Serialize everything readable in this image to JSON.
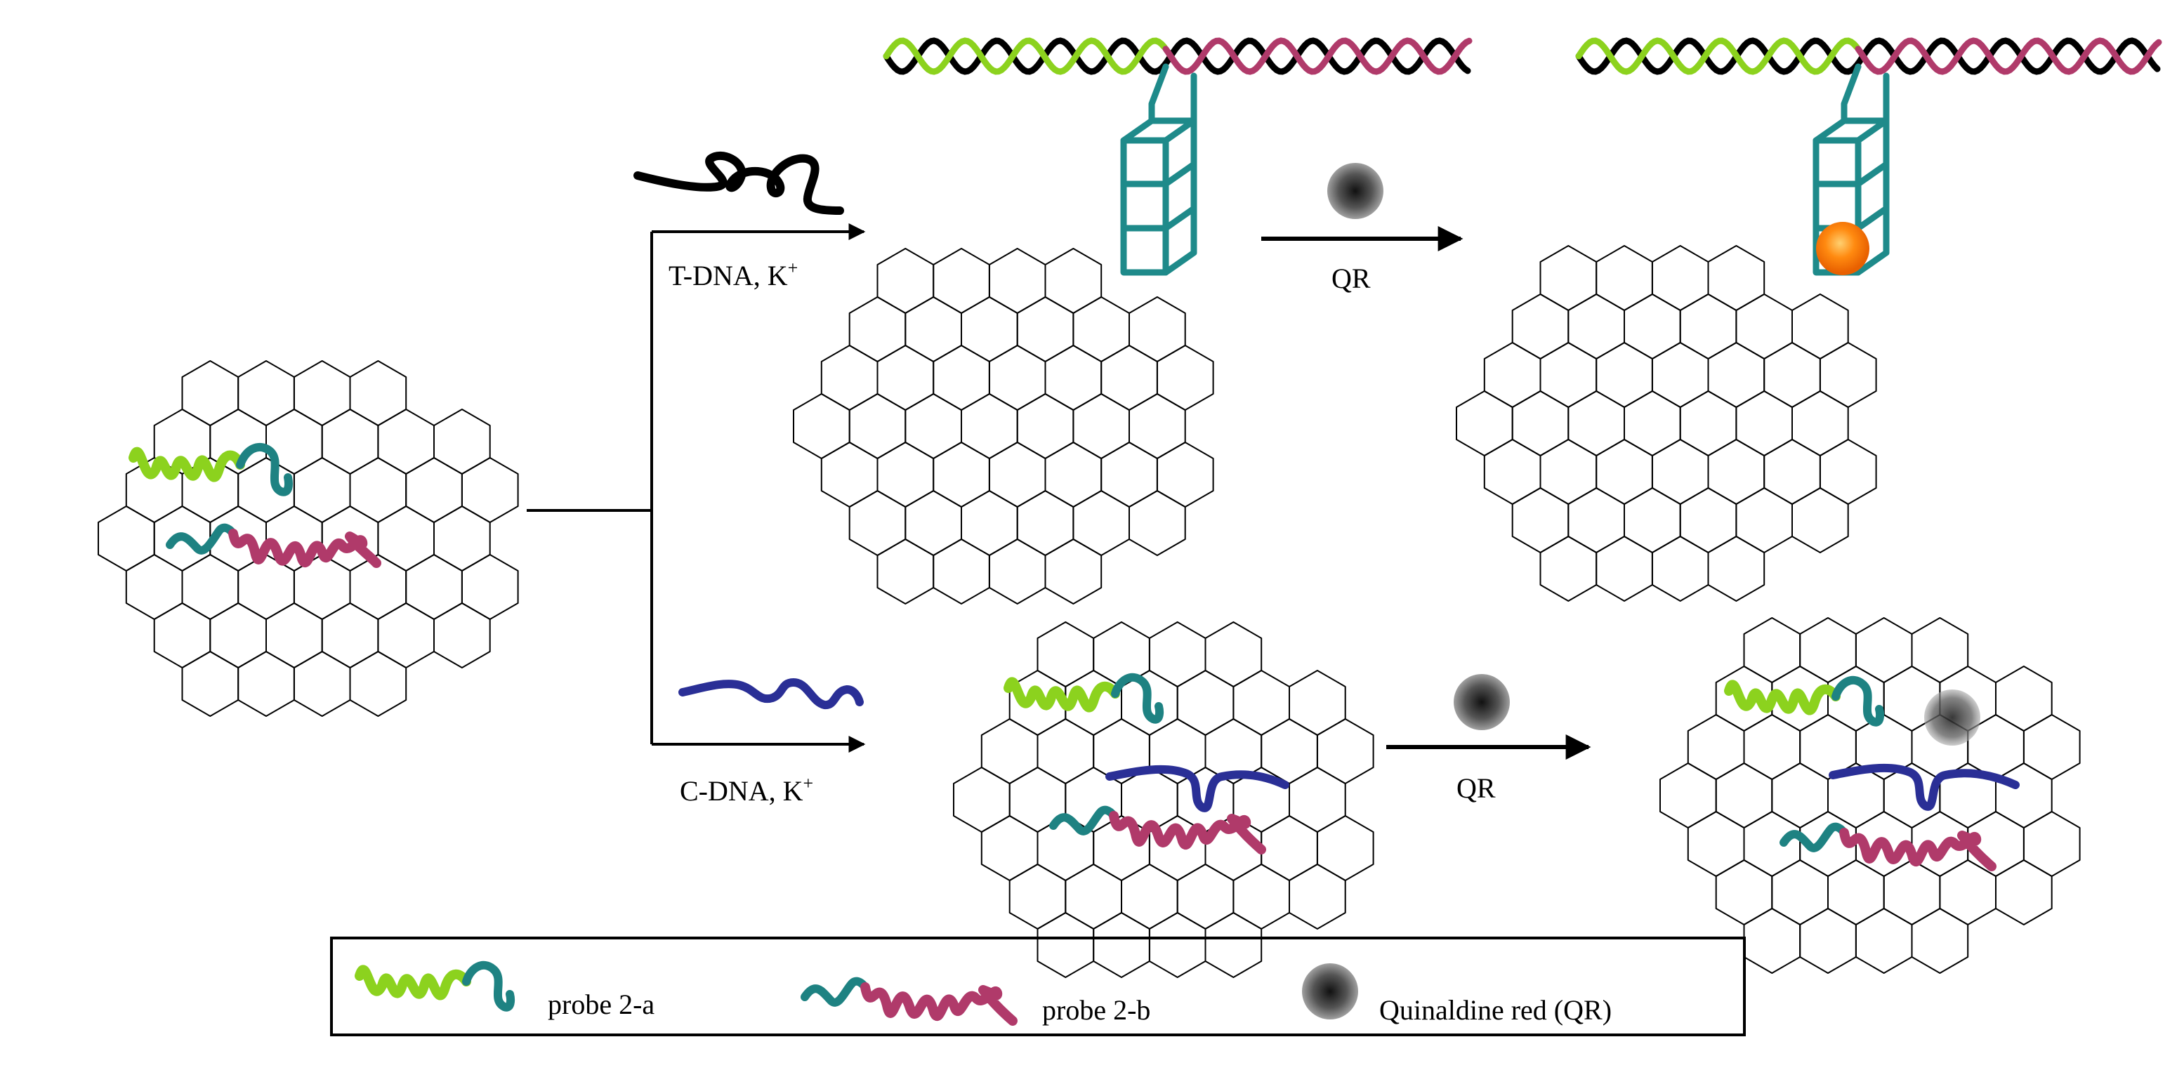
{
  "labels": {
    "t_dna": "T-DNA, K",
    "c_dna": "C-DNA, K",
    "k_charge": "+",
    "qr_top": "QR",
    "qr_bottom": "QR"
  },
  "legend": {
    "probe_a": "probe 2-a",
    "probe_b": "probe 2-b",
    "dye": "Quinaldine red (QR)"
  },
  "colors": {
    "probe_a_green": "#8cd21e",
    "probe_teal": "#1e8282",
    "probe_b_magenta": "#b03a6a",
    "target_black": "#000000",
    "control_navy": "#2a2f96",
    "dye_gray": "#555555",
    "dye_bound_orange": "#ff7f10",
    "quadruplex_teal": "#1e8a8a"
  },
  "icons": {
    "graphene_sheet": "hexagonal-lattice",
    "g_quadruplex": "stacked-tetrad-cube",
    "double_helix": "dna-duplex"
  }
}
